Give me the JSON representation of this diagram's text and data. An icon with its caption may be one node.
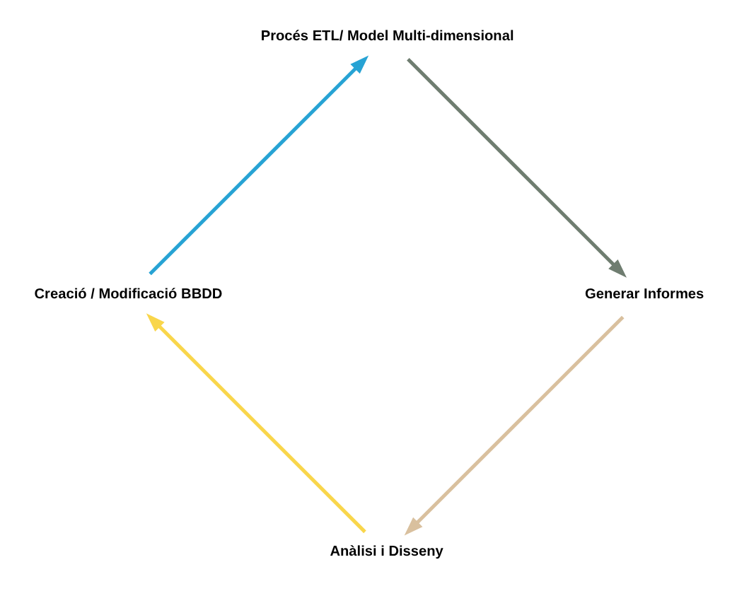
{
  "diagram": {
    "nodes": [
      {
        "text": [
          "Anàlisi i Disseny"
        ]
      },
      {
        "text": [
          "Creació / Modificació BBDD"
        ]
      },
      {
        "text": [
          "Generar Informes"
        ]
      },
      {
        "text": [
          "Procés ETL/ Model Multi-dimensional"
        ]
      }
    ],
    "edges": [
      {
        "from": 0,
        "to": 1,
        "arrow": "to",
        "color": "#f9d64b"
      },
      {
        "from": 1,
        "to": 3,
        "arrow": "to",
        "color": "#27a3d4"
      },
      {
        "from": 3,
        "to": 2,
        "arrow": "to",
        "color": "#6f7d70"
      },
      {
        "from": 2,
        "to": 0,
        "arrow": "to",
        "color": "#d9c09e"
      }
    ]
  }
}
